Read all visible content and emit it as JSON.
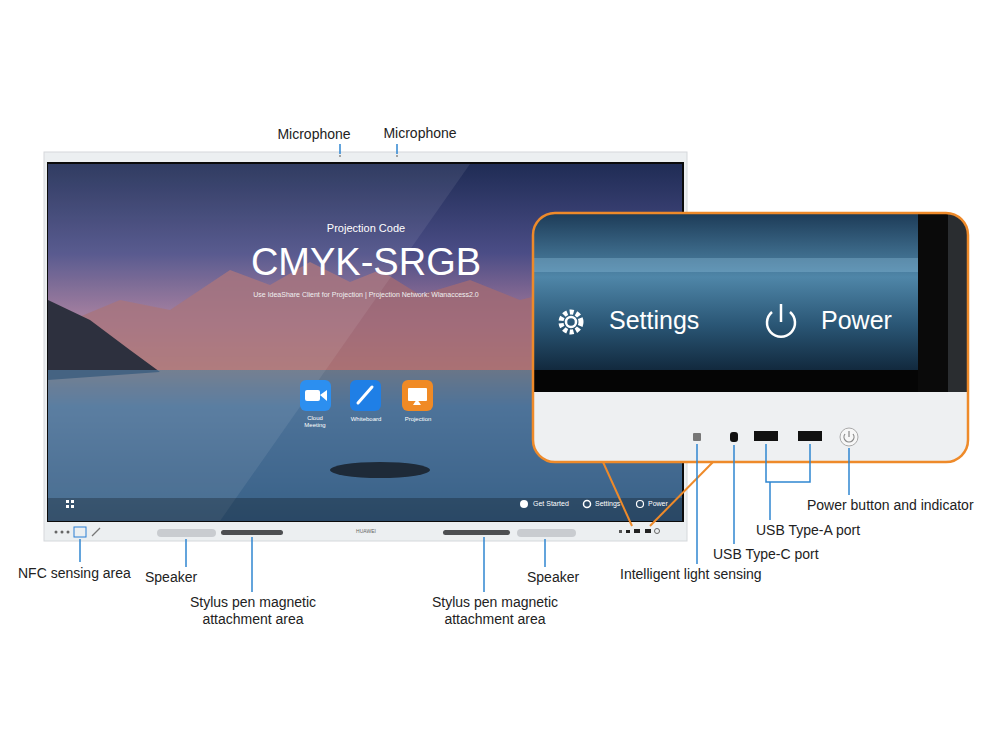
{
  "diagram": {
    "labels": [
      "Microphone",
      "Microphone",
      "Projection Code",
      "CMYK-SRGB",
      "Use IdeaShare Client for Projection | Projection Network: Wlanaccess2.0",
      "Cloud Meeting",
      "Whiteboard",
      "Projection",
      "Get Started",
      "Settings",
      "Power",
      "HUAWEI",
      "Settings",
      "Power",
      "NFC sensing area",
      "Speaker",
      "Stylus pen magnetic attachment area",
      "Stylus pen magnetic attachment area",
      "Speaker",
      "Intelligent light sensing",
      "USB Type-C port",
      "USB Type-A port",
      "Power button and indicator"
    ]
  }
}
